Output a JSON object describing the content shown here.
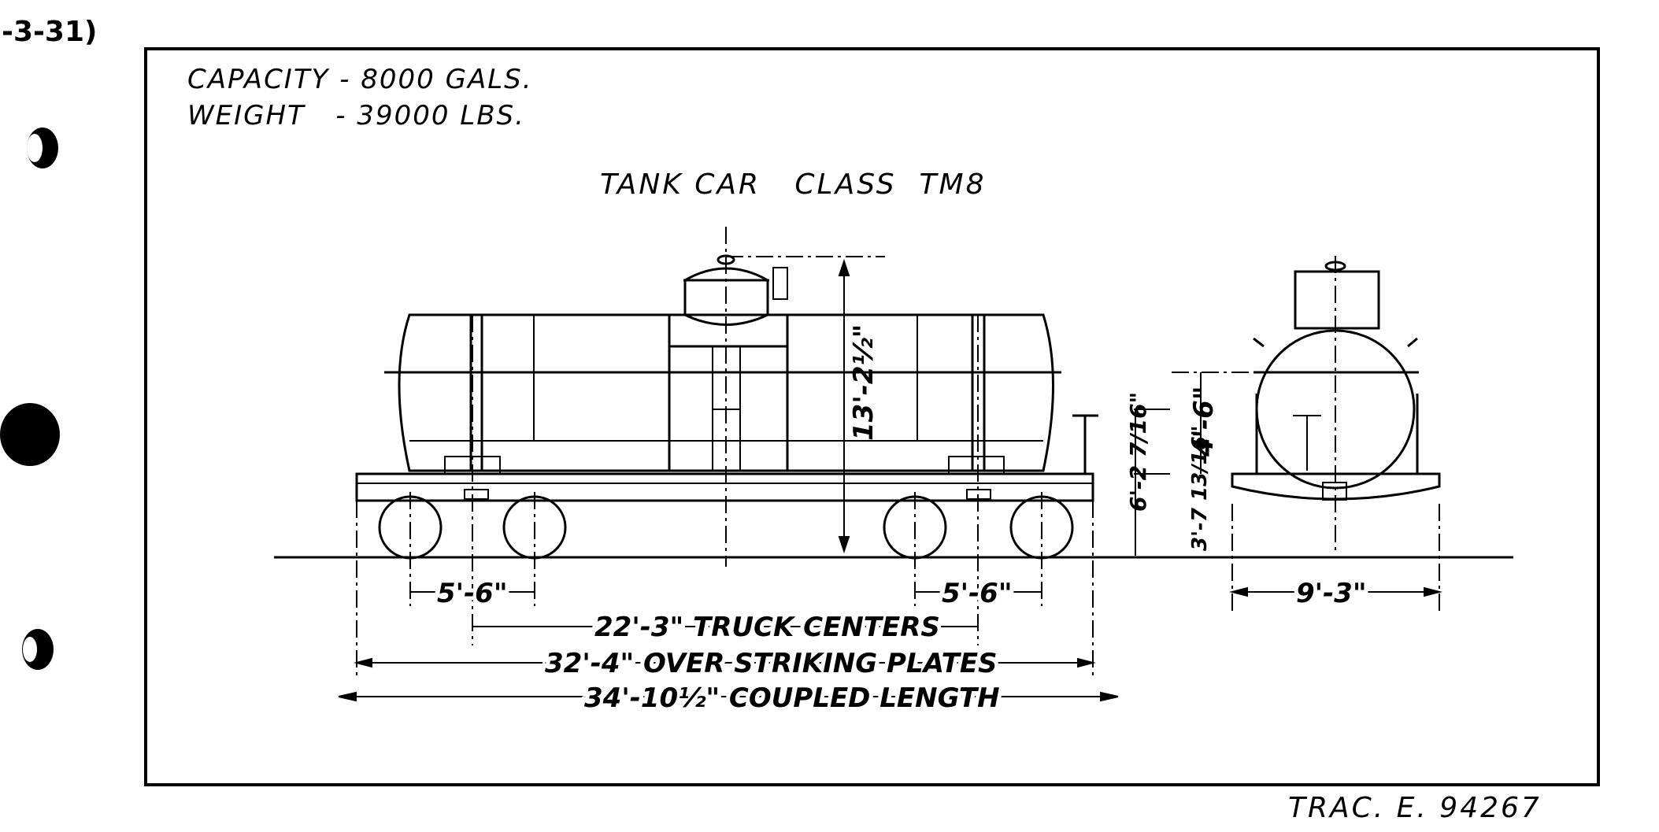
{
  "drawing": {
    "corner_mark": "-3-31)",
    "capacity_label": "CAPACITY - 8000 GALS.",
    "weight_label": "WEIGHT   - 39000 LBS.",
    "title": "TANK CAR   CLASS  TM8",
    "tracing_number": "TRAC. E. 94267"
  },
  "side_elevation": {
    "height_overall": "13'-2½\"",
    "wheelbase_left": "5'-6\"",
    "wheelbase_right": "5'-6\"",
    "truck_centers": "22'-3\" TRUCK CENTERS",
    "over_striking_plates": "32'-4\" OVER STRIKING PLATES",
    "coupled_length": "34'-10½\" COUPLED LENGTH",
    "height_running_board": "6'-2 7/16\"",
    "height_frame": "3'-7 13/16\""
  },
  "end_elevation": {
    "tank_height": "4'-6\"",
    "width": "9'-3\""
  },
  "colors": {
    "ink": "#000000",
    "paper": "#ffffff"
  }
}
